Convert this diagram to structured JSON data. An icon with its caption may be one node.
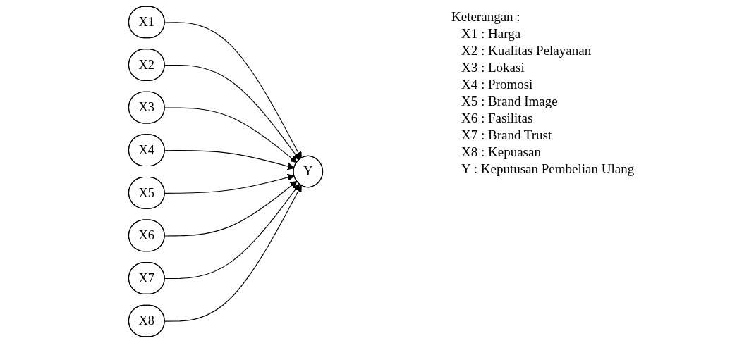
{
  "diagram": {
    "nodes": [
      {
        "text": [
          "X1"
        ]
      },
      {
        "text": [
          "X2"
        ]
      },
      {
        "text": [
          "X3"
        ]
      },
      {
        "text": [
          "X4"
        ]
      },
      {
        "text": [
          "X5"
        ]
      },
      {
        "text": [
          "X6"
        ]
      },
      {
        "text": [
          "X7"
        ]
      },
      {
        "text": [
          "X8"
        ]
      },
      {
        "text": [
          "Y"
        ]
      }
    ],
    "edges": [
      {
        "from": 0,
        "to": 8,
        "arrow": "to"
      },
      {
        "from": 1,
        "to": 8,
        "arrow": "to"
      },
      {
        "from": 2,
        "to": 8,
        "arrow": "to"
      },
      {
        "from": 3,
        "to": 8,
        "arrow": "to"
      },
      {
        "from": 4,
        "to": 8,
        "arrow": "to"
      },
      {
        "from": 5,
        "to": 8,
        "arrow": "to"
      },
      {
        "from": 6,
        "to": 8,
        "arrow": "to"
      },
      {
        "from": 7,
        "to": 8,
        "arrow": "to"
      }
    ],
    "labels": [
      "Keterangan :",
      "X1 : Harga",
      "X2 : Kualitas Pelayanan",
      "X3 : Lokasi",
      "X4 : Promosi",
      "X5 : Brand Image",
      "X6 : Fasilitas",
      "X7 : Brand Trust",
      "X8 : Kepuasan",
      "Y : Keputusan Pembelian Ulang"
    ]
  }
}
